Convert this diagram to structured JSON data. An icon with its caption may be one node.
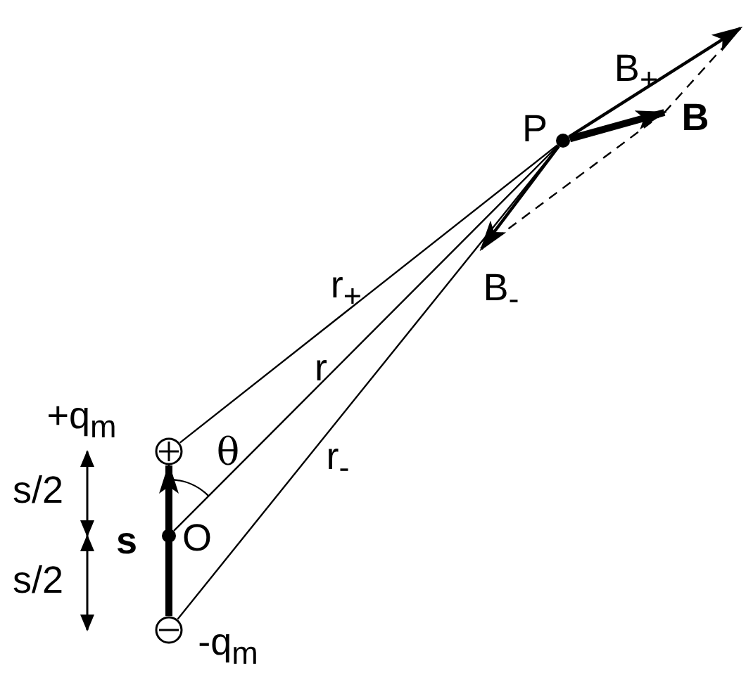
{
  "diagram": {
    "nodes": [
      {
        "text": [
          "+q$_{m}$"
        ]
      },
      {
        "text": [
          "O"
        ]
      },
      {
        "text": [
          "-q$_{m}$"
        ]
      },
      {
        "text": [
          "P"
        ]
      }
    ],
    "edges": [
      {
        "from": 0,
        "to": 3,
        "arrow": "none",
        "label": "r$_{+}$"
      },
      {
        "from": 1,
        "to": 3,
        "arrow": "none",
        "label": "r"
      },
      {
        "from": 2,
        "to": 3,
        "arrow": "none",
        "label": "r$_{-}$"
      },
      {
        "from": 2,
        "to": 0,
        "arrow": "to",
        "label": "s",
        "style": "thick"
      },
      {
        "from": 3,
        "to": null,
        "arrow": "to",
        "label": "B$_{+}$"
      },
      {
        "from": 3,
        "to": null,
        "arrow": "to",
        "label": "B",
        "style": "thick"
      },
      {
        "from": 3,
        "to": null,
        "arrow": "to",
        "label": "B$_{-}$"
      }
    ],
    "labels": [
      "θ",
      "s/2",
      "s/2"
    ]
  }
}
